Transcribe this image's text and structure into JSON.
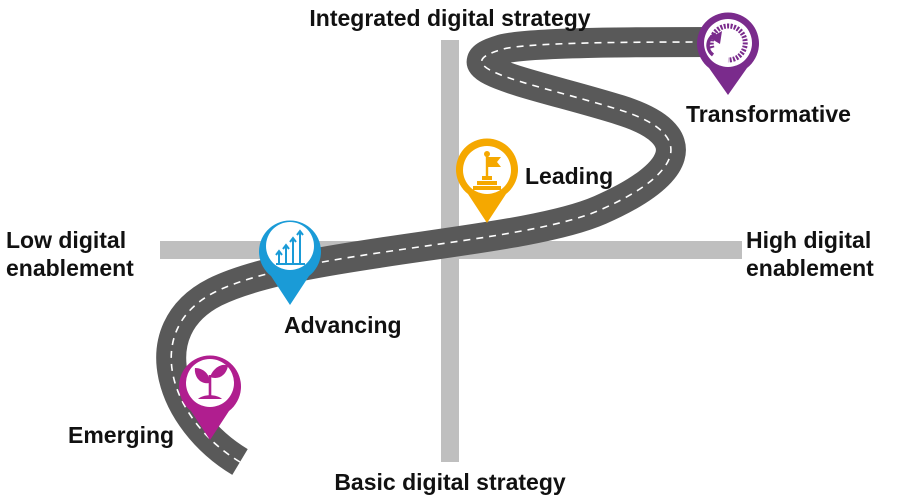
{
  "axes": {
    "top": "Integrated digital strategy",
    "bottom": "Basic digital strategy",
    "left_line1": "Low digital",
    "left_line2": "enablement",
    "right_line1": "High digital",
    "right_line2": "enablement"
  },
  "stages": [
    {
      "label": "Emerging",
      "icon": "sprout-icon",
      "color": "#b01e8f"
    },
    {
      "label": "Advancing",
      "icon": "rising-bars-icon",
      "color": "#1a9bd7"
    },
    {
      "label": "Leading",
      "icon": "flag-podium-icon",
      "color": "#f5a800"
    },
    {
      "label": "Transformative",
      "icon": "circular-arrow-icon",
      "color": "#7a2b8c"
    }
  ],
  "colors": {
    "axis": "#bfbfbf",
    "road": "#595959",
    "road_dash": "#ffffff"
  }
}
